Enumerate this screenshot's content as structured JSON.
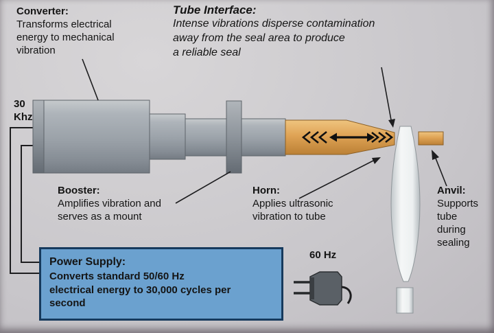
{
  "annotations": {
    "converter": {
      "title": "Converter:",
      "desc": "Transforms electrical\nenergy to mechanical\nvibration"
    },
    "tube_interface": {
      "title": "Tube Interface:",
      "desc": "Intense vibrations disperse contamination\naway from the seal area to produce\na reliable seal"
    },
    "booster": {
      "title": "Booster:",
      "desc": "Amplifies vibration and\nserves as a mount"
    },
    "horn": {
      "title": "Horn:",
      "desc": "Applies ultrasonic\nvibration to tube"
    },
    "anvil": {
      "title": "Anvil:",
      "desc": "Supports\ntube\nduring\nsealing"
    },
    "power_supply": {
      "title": "Power Supply:",
      "desc": "Converts standard 50/60 Hz\nelectrical energy to 30,000 cycles per\nsecond"
    },
    "freq_output": "30\nKhz",
    "freq_input": "60  Hz"
  },
  "colors": {
    "bg": "#c8c6ca",
    "metal": "#9aa1a8",
    "horn": "#dfa355",
    "anvil": "#dfa355",
    "tube": "#eef0f1",
    "power_blue": "#6ba1cf",
    "power_border": "#163a5d",
    "text": "#141414",
    "line": "#1d1d1f"
  }
}
